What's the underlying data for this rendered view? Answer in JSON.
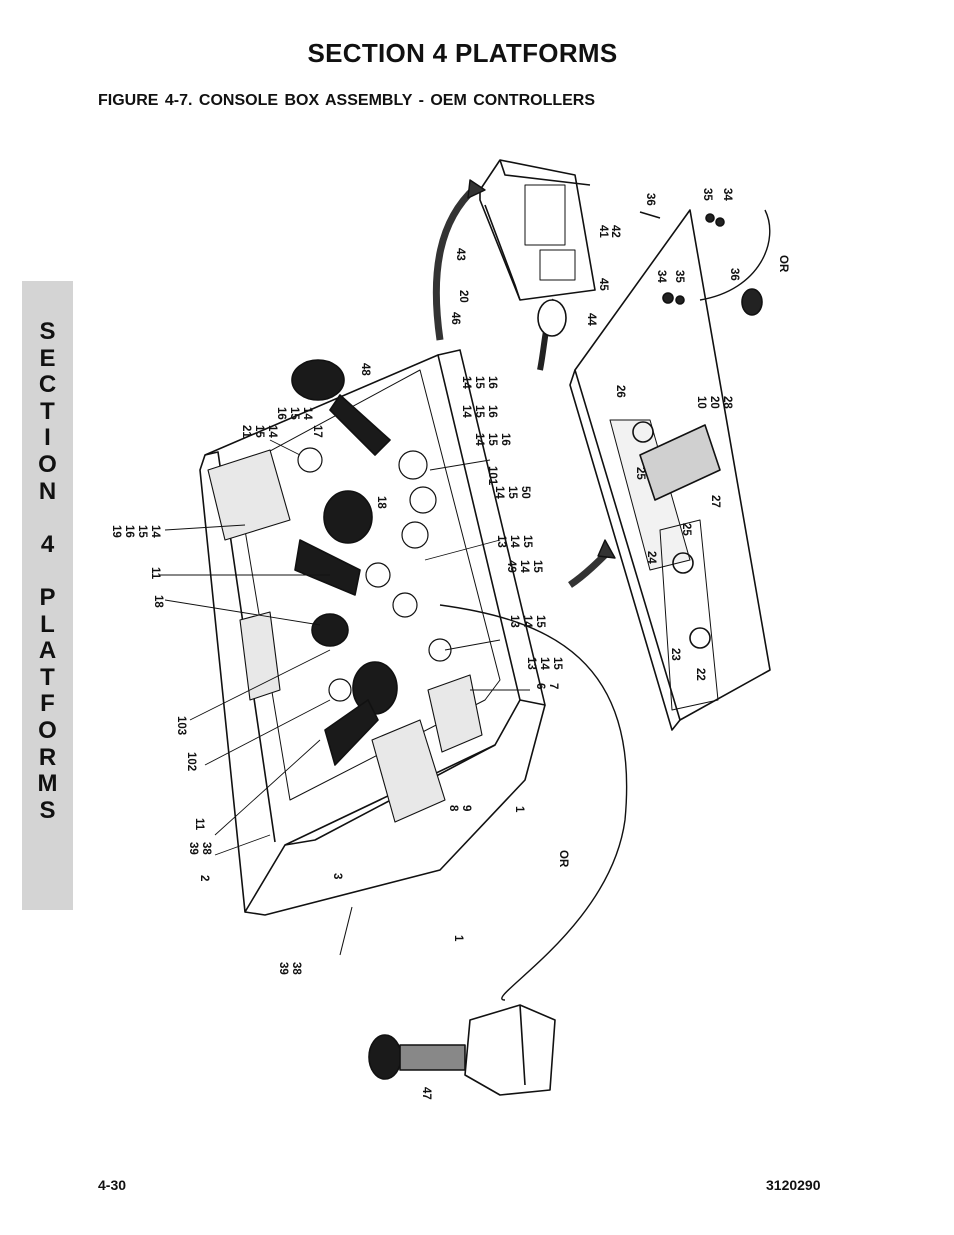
{
  "header": {
    "section_title": "SECTION 4  PLATFORMS",
    "figure_title": "FIGURE 4-7.    CONSOLE BOX ASSEMBLY - OEM CONTROLLERS"
  },
  "side_tab": {
    "letters": [
      "S",
      "E",
      "C",
      "T",
      "I",
      "O",
      "N",
      "",
      "4",
      "",
      "P",
      "L",
      "A",
      "T",
      "F",
      "O",
      "R",
      "M",
      "S"
    ]
  },
  "callouts": [
    {
      "id": "c1",
      "text": "36"
    },
    {
      "id": "c2",
      "text": "35"
    },
    {
      "id": "c3",
      "text": "34"
    },
    {
      "id": "c4",
      "text": "41"
    },
    {
      "id": "c5",
      "text": "42"
    },
    {
      "id": "c6",
      "text": "43"
    },
    {
      "id": "c7",
      "text": "OR"
    },
    {
      "id": "c8",
      "text": "36"
    },
    {
      "id": "c9",
      "text": "34"
    },
    {
      "id": "c10",
      "text": "35"
    },
    {
      "id": "c11",
      "text": "45"
    },
    {
      "id": "c12",
      "text": "44"
    },
    {
      "id": "c13",
      "text": "20"
    },
    {
      "id": "c14",
      "text": "46"
    },
    {
      "id": "c15",
      "text": "48"
    },
    {
      "id": "c16",
      "text": "14"
    },
    {
      "id": "c17",
      "text": "15"
    },
    {
      "id": "c18",
      "text": "16"
    },
    {
      "id": "c19",
      "text": "14"
    },
    {
      "id": "c20",
      "text": "15"
    },
    {
      "id": "c21",
      "text": "16"
    },
    {
      "id": "c22",
      "text": "14"
    },
    {
      "id": "c23",
      "text": "15"
    },
    {
      "id": "c24",
      "text": "16"
    },
    {
      "id": "c25",
      "text": "101"
    },
    {
      "id": "c26",
      "text": "14"
    },
    {
      "id": "c27",
      "text": "15"
    },
    {
      "id": "c28",
      "text": "50"
    },
    {
      "id": "c29",
      "text": "13"
    },
    {
      "id": "c30",
      "text": "14"
    },
    {
      "id": "c31",
      "text": "15"
    },
    {
      "id": "c32",
      "text": "49"
    },
    {
      "id": "c33",
      "text": "14"
    },
    {
      "id": "c34",
      "text": "15"
    },
    {
      "id": "c35",
      "text": "13"
    },
    {
      "id": "c36",
      "text": "14"
    },
    {
      "id": "c37",
      "text": "15"
    },
    {
      "id": "c38",
      "text": "13"
    },
    {
      "id": "c39",
      "text": "14"
    },
    {
      "id": "c40",
      "text": "15"
    },
    {
      "id": "c41",
      "text": "6"
    },
    {
      "id": "c42",
      "text": "7"
    },
    {
      "id": "c43",
      "text": "26"
    },
    {
      "id": "c44",
      "text": "10"
    },
    {
      "id": "c45",
      "text": "20"
    },
    {
      "id": "c46",
      "text": "28"
    },
    {
      "id": "c47",
      "text": "25"
    },
    {
      "id": "c48",
      "text": "27"
    },
    {
      "id": "c49",
      "text": "25"
    },
    {
      "id": "c50",
      "text": "24"
    },
    {
      "id": "c51",
      "text": "23"
    },
    {
      "id": "c52",
      "text": "22"
    },
    {
      "id": "c53",
      "text": "16"
    },
    {
      "id": "c54",
      "text": "15"
    },
    {
      "id": "c55",
      "text": "14"
    },
    {
      "id": "c56",
      "text": "21"
    },
    {
      "id": "c57",
      "text": "15"
    },
    {
      "id": "c58",
      "text": "14"
    },
    {
      "id": "c59",
      "text": "17"
    },
    {
      "id": "c60",
      "text": "18"
    },
    {
      "id": "c61",
      "text": "19"
    },
    {
      "id": "c62",
      "text": "16"
    },
    {
      "id": "c63",
      "text": "15"
    },
    {
      "id": "c64",
      "text": "14"
    },
    {
      "id": "c65",
      "text": "11"
    },
    {
      "id": "c66",
      "text": "18"
    },
    {
      "id": "c67",
      "text": "103"
    },
    {
      "id": "c68",
      "text": "102"
    },
    {
      "id": "c69",
      "text": "39"
    },
    {
      "id": "c70",
      "text": "38"
    },
    {
      "id": "c71",
      "text": "11"
    },
    {
      "id": "c72",
      "text": "2"
    },
    {
      "id": "c73",
      "text": "3"
    },
    {
      "id": "c74",
      "text": "8"
    },
    {
      "id": "c75",
      "text": "9"
    },
    {
      "id": "c76",
      "text": "1"
    },
    {
      "id": "c77",
      "text": "OR"
    },
    {
      "id": "c78",
      "text": "1"
    },
    {
      "id": "c79",
      "text": "39"
    },
    {
      "id": "c80",
      "text": "38"
    },
    {
      "id": "c81",
      "text": "47"
    }
  ],
  "footer": {
    "page_number": "4-30",
    "doc_number": "3120290"
  }
}
